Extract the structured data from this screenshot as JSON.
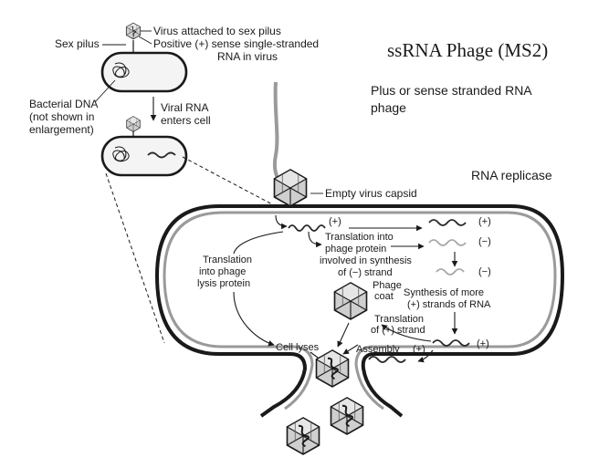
{
  "title": "ssRNA Phage (MS2)",
  "subtitle_line1": "Plus or sense stranded RNA",
  "subtitle_line2": "phage",
  "replicase_label": "RNA replicase",
  "inset": {
    "virus_attached": "Virus attached to sex pilus",
    "sex_pilus": "Sex pilus",
    "positive_sense_line1": "Positive (+) sense single-stranded",
    "positive_sense_line2": "RNA in virus",
    "bacterial_dna_line1": "Bacterial DNA",
    "bacterial_dna_line2": "(not shown in",
    "bacterial_dna_line3": "enlargement)",
    "viral_rna_line1": "Viral RNA",
    "viral_rna_line2": "enters cell"
  },
  "main": {
    "empty_capsid": "Empty virus capsid",
    "plus_sign": "(+)",
    "minus_sign": "(−)",
    "translation_phage_line1": "Translation into",
    "translation_phage_line2": "phage protein",
    "translation_phage_line3": "involved in synthesis",
    "translation_phage_line4": "of (−) strand",
    "translation_lysis_line1": "Translation",
    "translation_lysis_line2": "into phage",
    "translation_lysis_line3": "lysis protein",
    "synthesis_line1": "Synthesis of more",
    "synthesis_line2": "(+) strands of RNA",
    "phage_coat_line1": "Phage",
    "phage_coat_line2": "coat",
    "translation_plus_line1": "Translation",
    "translation_plus_line2": "of (+) strand",
    "cell_lyses": "Cell lyses",
    "assembly": "Assembly"
  }
}
